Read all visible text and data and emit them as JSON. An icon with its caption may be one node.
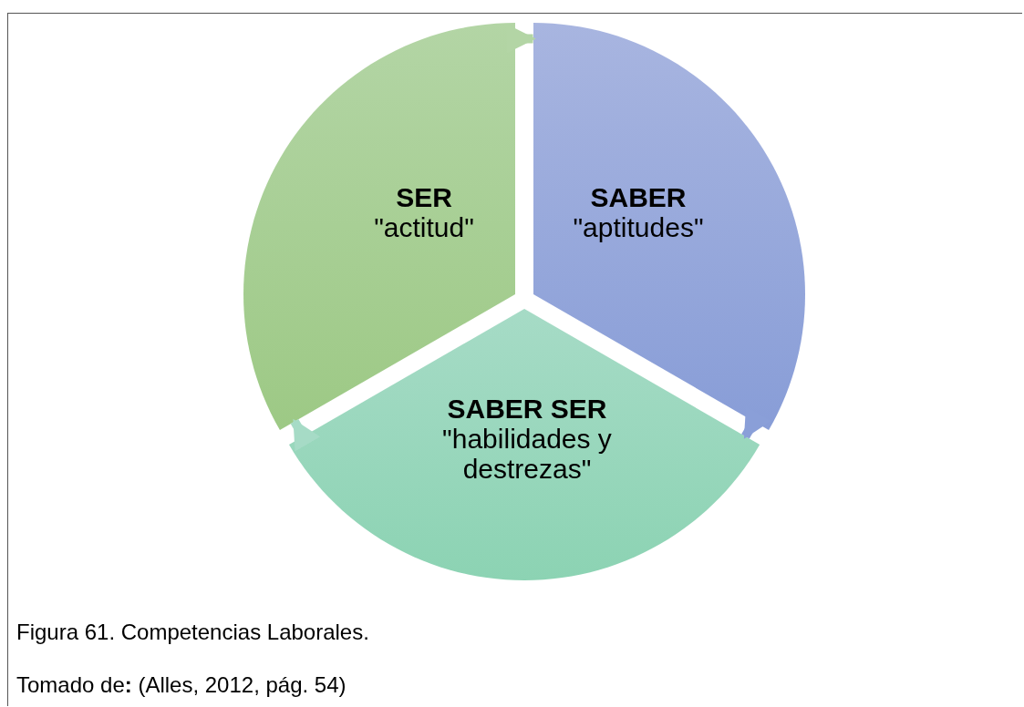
{
  "diagram": {
    "caption": "Figura 61. Competencias Laborales.",
    "nodes": [
      {
        "text": [
          "SER",
          "\"actitud\""
        ]
      },
      {
        "text": [
          "SABER",
          "\"aptitudes\""
        ]
      },
      {
        "text": [
          "SABER SER",
          "\"habilidades y destrezas\""
        ]
      }
    ],
    "edges": [
      {
        "from": 0,
        "to": 1,
        "arrow": "to",
        "color": "#b3d5a5"
      },
      {
        "from": 1,
        "to": 2,
        "arrow": "to",
        "color": "#8a9fd8"
      },
      {
        "from": 2,
        "to": 0,
        "arrow": "to",
        "color": "#a6dbc6"
      }
    ],
    "labels": [
      "Tomado de**:** (Alles, 2012, pág. 54)"
    ]
  }
}
